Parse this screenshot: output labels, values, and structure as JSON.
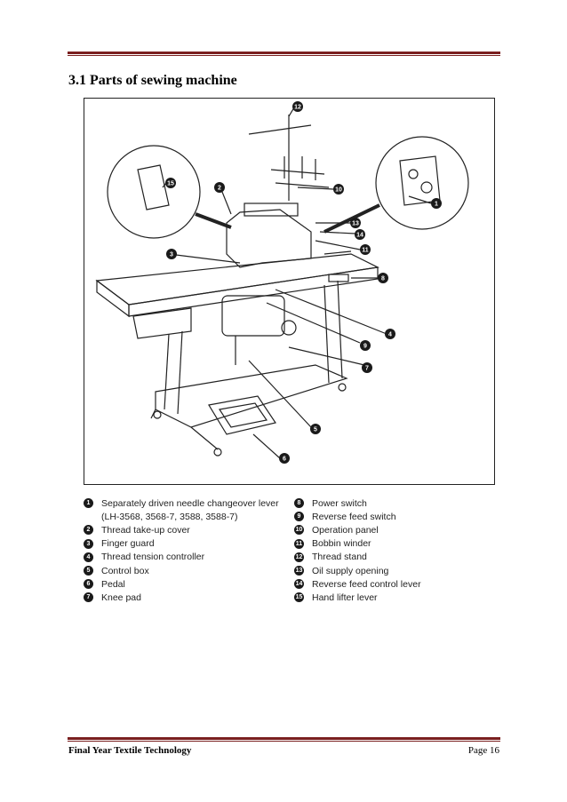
{
  "heading": "3.1 Parts of sewing machine",
  "legend_left": [
    {
      "num": "1",
      "label": "Separately driven needle changeover lever"
    },
    {
      "num": "",
      "label": "(LH-3568, 3568-7, 3588, 3588-7)"
    },
    {
      "num": "2",
      "label": "Thread take-up cover"
    },
    {
      "num": "3",
      "label": "Finger guard"
    },
    {
      "num": "4",
      "label": "Thread tension controller"
    },
    {
      "num": "5",
      "label": "Control box"
    },
    {
      "num": "6",
      "label": "Pedal"
    },
    {
      "num": "7",
      "label": "Knee pad"
    }
  ],
  "legend_right": [
    {
      "num": "8",
      "label": "Power switch"
    },
    {
      "num": "9",
      "label": "Reverse feed switch"
    },
    {
      "num": "10",
      "label": "Operation panel"
    },
    {
      "num": "11",
      "label": "Bobbin winder"
    },
    {
      "num": "12",
      "label": "Thread stand"
    },
    {
      "num": "13",
      "label": "Oil supply opening"
    },
    {
      "num": "14",
      "label": "Reverse feed control lever"
    },
    {
      "num": "15",
      "label": "Hand lifter lever"
    }
  ],
  "callouts": [
    "1",
    "2",
    "3",
    "4",
    "5",
    "6",
    "7",
    "8",
    "9",
    "10",
    "11",
    "12",
    "13",
    "14",
    "15"
  ],
  "footer": {
    "left": "Final Year Textile Technology",
    "right": "Page 16"
  }
}
